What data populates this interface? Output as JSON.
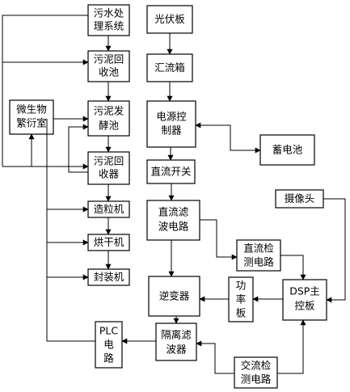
{
  "blocks": {
    "sewage": [
      "污水处",
      "理系统"
    ],
    "sludge_collection": [
      "污泥回",
      "收池"
    ],
    "microbe_room": [
      "微生物",
      "繁衍室"
    ],
    "fermentation": [
      "污泥发",
      "酵池"
    ],
    "sludge_recycler": [
      "污泥回",
      "收器"
    ],
    "granulator": [
      "造粒机"
    ],
    "dryer": [
      "烘干机"
    ],
    "packer": [
      "封装机"
    ],
    "plc": [
      "PLC",
      "电",
      "路"
    ],
    "pv_panel": [
      "光伏板"
    ],
    "combiner_box": [
      "汇流箱"
    ],
    "power_controller": [
      "电源控",
      "制器"
    ],
    "battery": [
      "蓄电池"
    ],
    "dc_switch": [
      "直流开关"
    ],
    "dc_filter": [
      "直流滤",
      "波电路"
    ],
    "inverter": [
      "逆变器"
    ],
    "isolation_filter": [
      "隔离滤",
      "波器"
    ],
    "dc_detect": [
      "直流检",
      "测电路"
    ],
    "power_board": [
      "功",
      "率",
      "板"
    ],
    "dsp": [
      "DSP主",
      "控板"
    ],
    "ac_detect": [
      "交流检",
      "测电路"
    ],
    "camera": [
      "摄像头"
    ]
  }
}
